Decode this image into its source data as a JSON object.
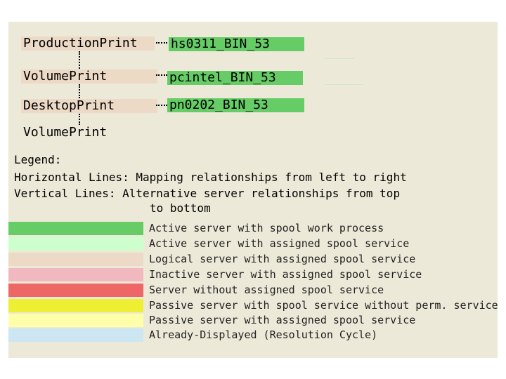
{
  "diagram": {
    "nodes": {
      "production_print": "ProductionPrint",
      "hs0311": "hs0311_BIN_53",
      "volume_print_1": "VolumePrint",
      "pcintel": "pcintel_BIN_53",
      "desktop_print": "DesktopPrint",
      "pn0202": "pn0202_BIN_53",
      "volume_print_2": "VolumePrint"
    }
  },
  "legend": {
    "title": "Legend:",
    "horizontal": "Horizontal Lines: Mapping relationships from left to right",
    "vertical_1": "Vertical Lines: Alternative server relationships from top",
    "vertical_2": "to bottom",
    "items": [
      {
        "label": "Active server with spool work process",
        "color": "#66cc66"
      },
      {
        "label": "Active server with assigned spool service",
        "color": "#ccffcc"
      },
      {
        "label": "Logical server with assigned spool service",
        "color": "#ecd9c6"
      },
      {
        "label": "Inactive server with assigned spool service",
        "color": "#f2b8c0"
      },
      {
        "label": "Server without assigned spool service",
        "color": "#ee6666"
      },
      {
        "label": "Passive server with spool service without perm. service",
        "color": "#eeee33"
      },
      {
        "label": "Passive server with assigned spool service",
        "color": "#ffffaa"
      },
      {
        "label": "Already-Displayed (Resolution Cycle)",
        "color": "#cce6f2"
      }
    ]
  }
}
